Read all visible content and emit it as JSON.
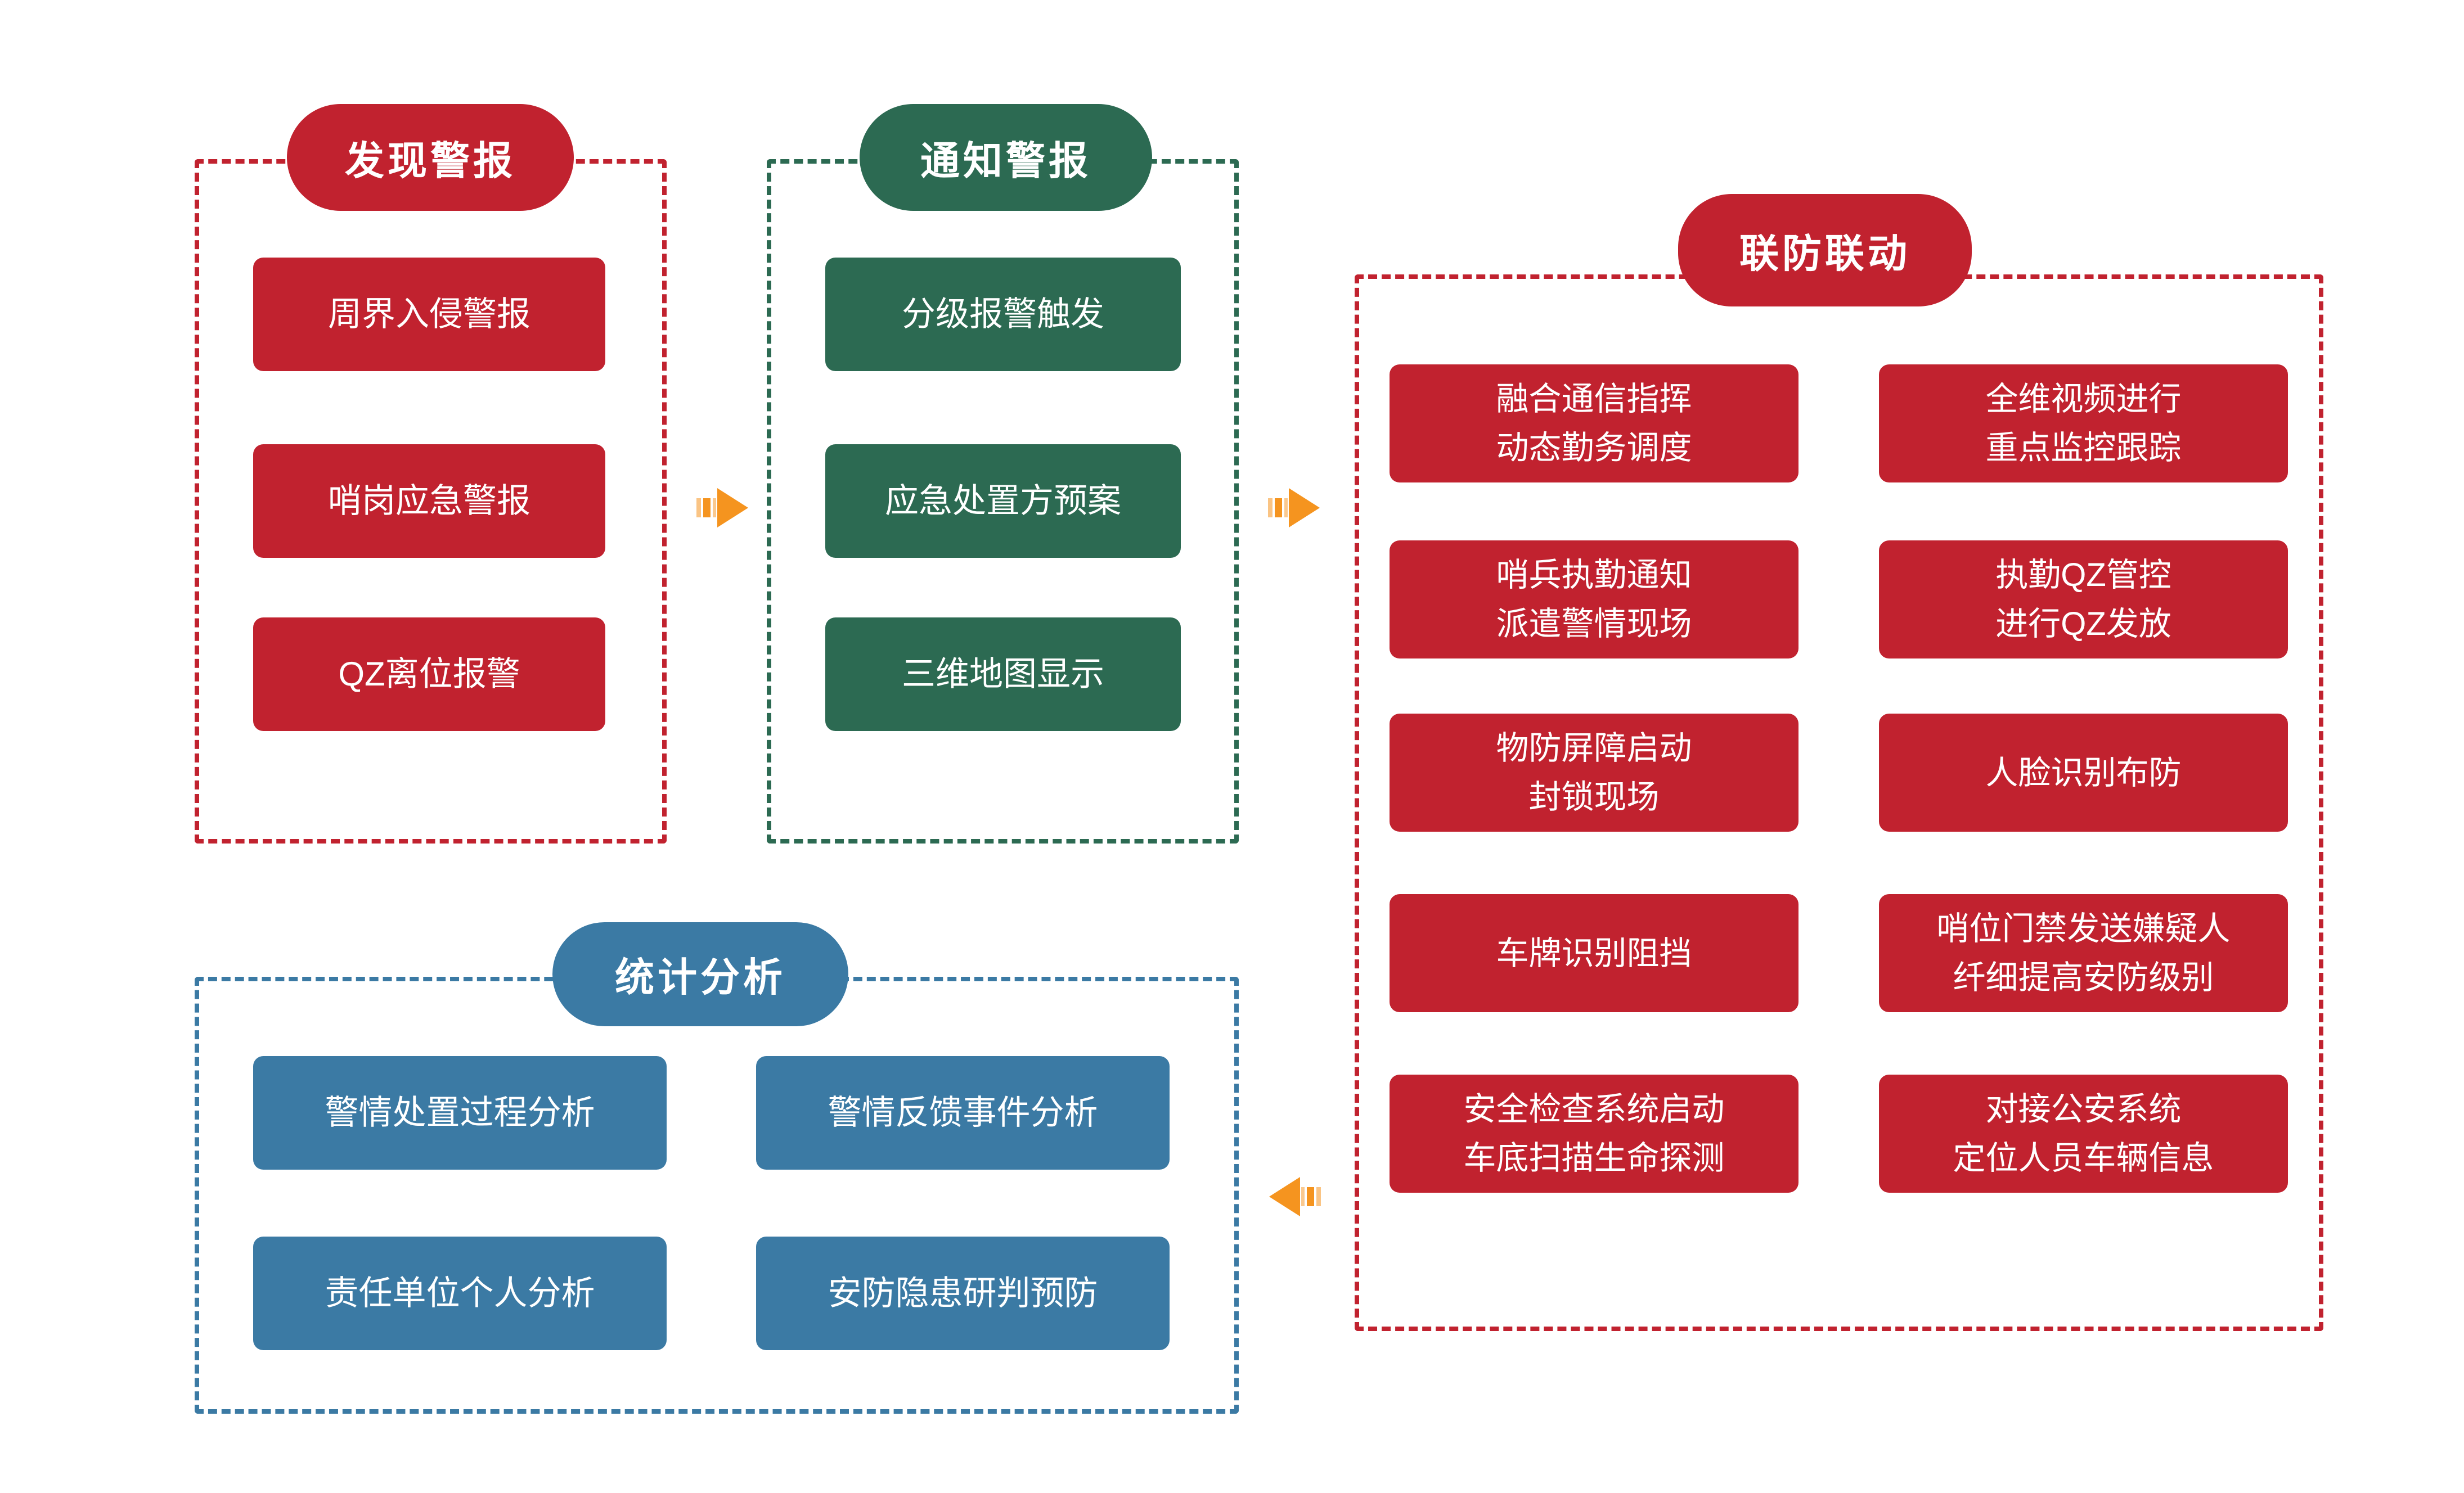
{
  "diagram": {
    "colors": {
      "red": "#C1222F",
      "green": "#2C6A52",
      "blue": "#3B7AA4",
      "orange": "#F5941F",
      "text": "#FFFFFF"
    },
    "sections": {
      "discover": {
        "title": "发现警报",
        "color": "#C1222F",
        "items": [
          "周界入侵警报",
          "哨岗应急警报",
          "QZ离位报警"
        ]
      },
      "notify": {
        "title": "通知警报",
        "color": "#2C6A52",
        "items": [
          "分级报警触发",
          "应急处置方预案",
          "三维地图显示"
        ]
      },
      "joint": {
        "title": "联防联动",
        "color": "#C1222F",
        "items": [
          {
            "line1": "融合通信指挥",
            "line2": "动态勤务调度"
          },
          {
            "line1": "全维视频进行",
            "line2": "重点监控跟踪"
          },
          {
            "line1": "哨兵执勤通知",
            "line2": "派遣警情现场"
          },
          {
            "line1": "执勤QZ管控",
            "line2": "进行QZ发放"
          },
          {
            "line1": "物防屏障启动",
            "line2": "封锁现场"
          },
          {
            "line1": "人脸识别布防",
            "line2": ""
          },
          {
            "line1": "车牌识别阻挡",
            "line2": ""
          },
          {
            "line1": "哨位门禁发送嫌疑人",
            "line2": "纤细提高安防级别"
          },
          {
            "line1": "安全检查系统启动",
            "line2": "车底扫描生命探测"
          },
          {
            "line1": "对接公安系统",
            "line2": "定位人员车辆信息"
          }
        ]
      },
      "stats": {
        "title": "统计分析",
        "color": "#3B7AA4",
        "items": [
          "警情处置过程分析",
          "警情反馈事件分析",
          "责任单位个人分析",
          "安防隐患研判预防"
        ]
      }
    },
    "arrows": [
      {
        "id": "arrow-discover-to-notify",
        "direction": "right",
        "color": "#F5941F"
      },
      {
        "id": "arrow-notify-to-joint",
        "direction": "right",
        "color": "#F5941F"
      },
      {
        "id": "arrow-joint-to-stats",
        "direction": "left",
        "color": "#F5941F"
      }
    ]
  }
}
